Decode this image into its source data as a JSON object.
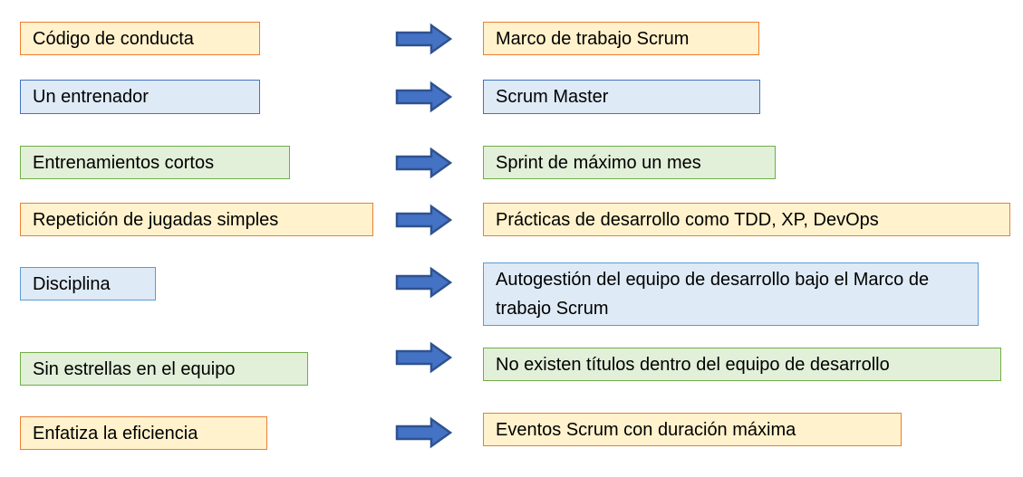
{
  "diagram": {
    "description": "Analogy mapping diagram: sports-team concepts on the left map via arrows to Scrum concepts on the right",
    "rows": [
      {
        "scheme": "orange",
        "left": "Código de conducta",
        "right": "Marco de trabajo Scrum"
      },
      {
        "scheme": "blue",
        "left": "Un entrenador",
        "right": "Scrum Master"
      },
      {
        "scheme": "green",
        "left": "Entrenamientos cortos",
        "right": "Sprint de máximo un mes"
      },
      {
        "scheme": "orange",
        "left": "Repetición de jugadas simples",
        "right": "Prácticas de desarrollo como TDD, XP, DevOps"
      },
      {
        "scheme": "lightblue",
        "left": "Disciplina",
        "right": "Autogestión del equipo de desarrollo bajo el Marco de trabajo Scrum"
      },
      {
        "scheme": "green",
        "left": "Sin estrellas en el equipo",
        "right": "No existen títulos dentro del equipo de desarrollo"
      },
      {
        "scheme": "orange",
        "left": "Enfatiza la eficiencia",
        "right": "Eventos Scrum con duración máxima"
      }
    ],
    "arrow_icon": "block-arrow-right",
    "colors": {
      "cream_fill": "#FFF2CC",
      "orange_border": "#ED7D31",
      "blue_fill": "#DEEAF6",
      "blue_border": "#4472C4",
      "light_blue_border": "#5B9BD5",
      "green_fill": "#E2EFD9",
      "green_border": "#70AD47",
      "arrow_fill": "#4472C4",
      "arrow_outline": "#2F528F",
      "text": "#000000",
      "background": "#FFFFFF"
    }
  }
}
